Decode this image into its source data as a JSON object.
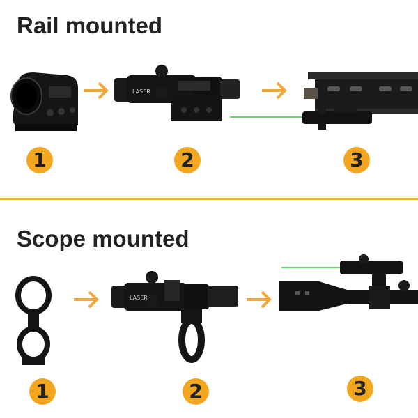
{
  "sections": {
    "rail": {
      "title": "Rail mounted",
      "steps": [
        "1",
        "2",
        "3"
      ],
      "laser_label": "LASER"
    },
    "scope": {
      "title": "Scope mounted",
      "steps": [
        "1",
        "2",
        "3"
      ],
      "laser_label": "LASER"
    }
  },
  "colors": {
    "accent": "#f3a61f",
    "arrow": "#f0a83a",
    "divider": "#f0b84a",
    "laser_beam": "#2ecc40",
    "device": "#111111",
    "title_text": "#222222"
  },
  "icons": [
    "arrow-right-icon",
    "green-laser-beam"
  ]
}
